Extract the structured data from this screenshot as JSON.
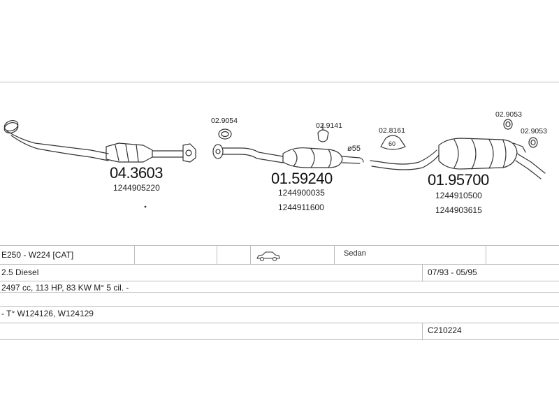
{
  "parts": {
    "p1": {
      "code": "04.3603",
      "oem": [
        "1244905220"
      ]
    },
    "p2": {
      "code": "01.59240",
      "oem": [
        "1244900035",
        "1244911600"
      ]
    },
    "p3": {
      "code": "01.95700",
      "oem": [
        "1244910500",
        "1244903615"
      ]
    }
  },
  "small_parts": {
    "s1": "02.9054",
    "s2": "02.9141",
    "s3": "02.8161",
    "s4": "02.9053",
    "s5": "02.9053"
  },
  "labels": {
    "diameter": "ø55",
    "clamp_number": "60"
  },
  "table": {
    "model": "E250 - W224  [CAT]",
    "body": "Sedan",
    "engine": "2.5 Diesel",
    "years": "07/93 - 05/95",
    "specs": "2497 cc, 113 HP, 83 KW M° 5 cil. -",
    "chassis": "- T° W124126, W124129",
    "ref": "C210224"
  },
  "icons": {
    "car": "sedan-car-icon"
  }
}
